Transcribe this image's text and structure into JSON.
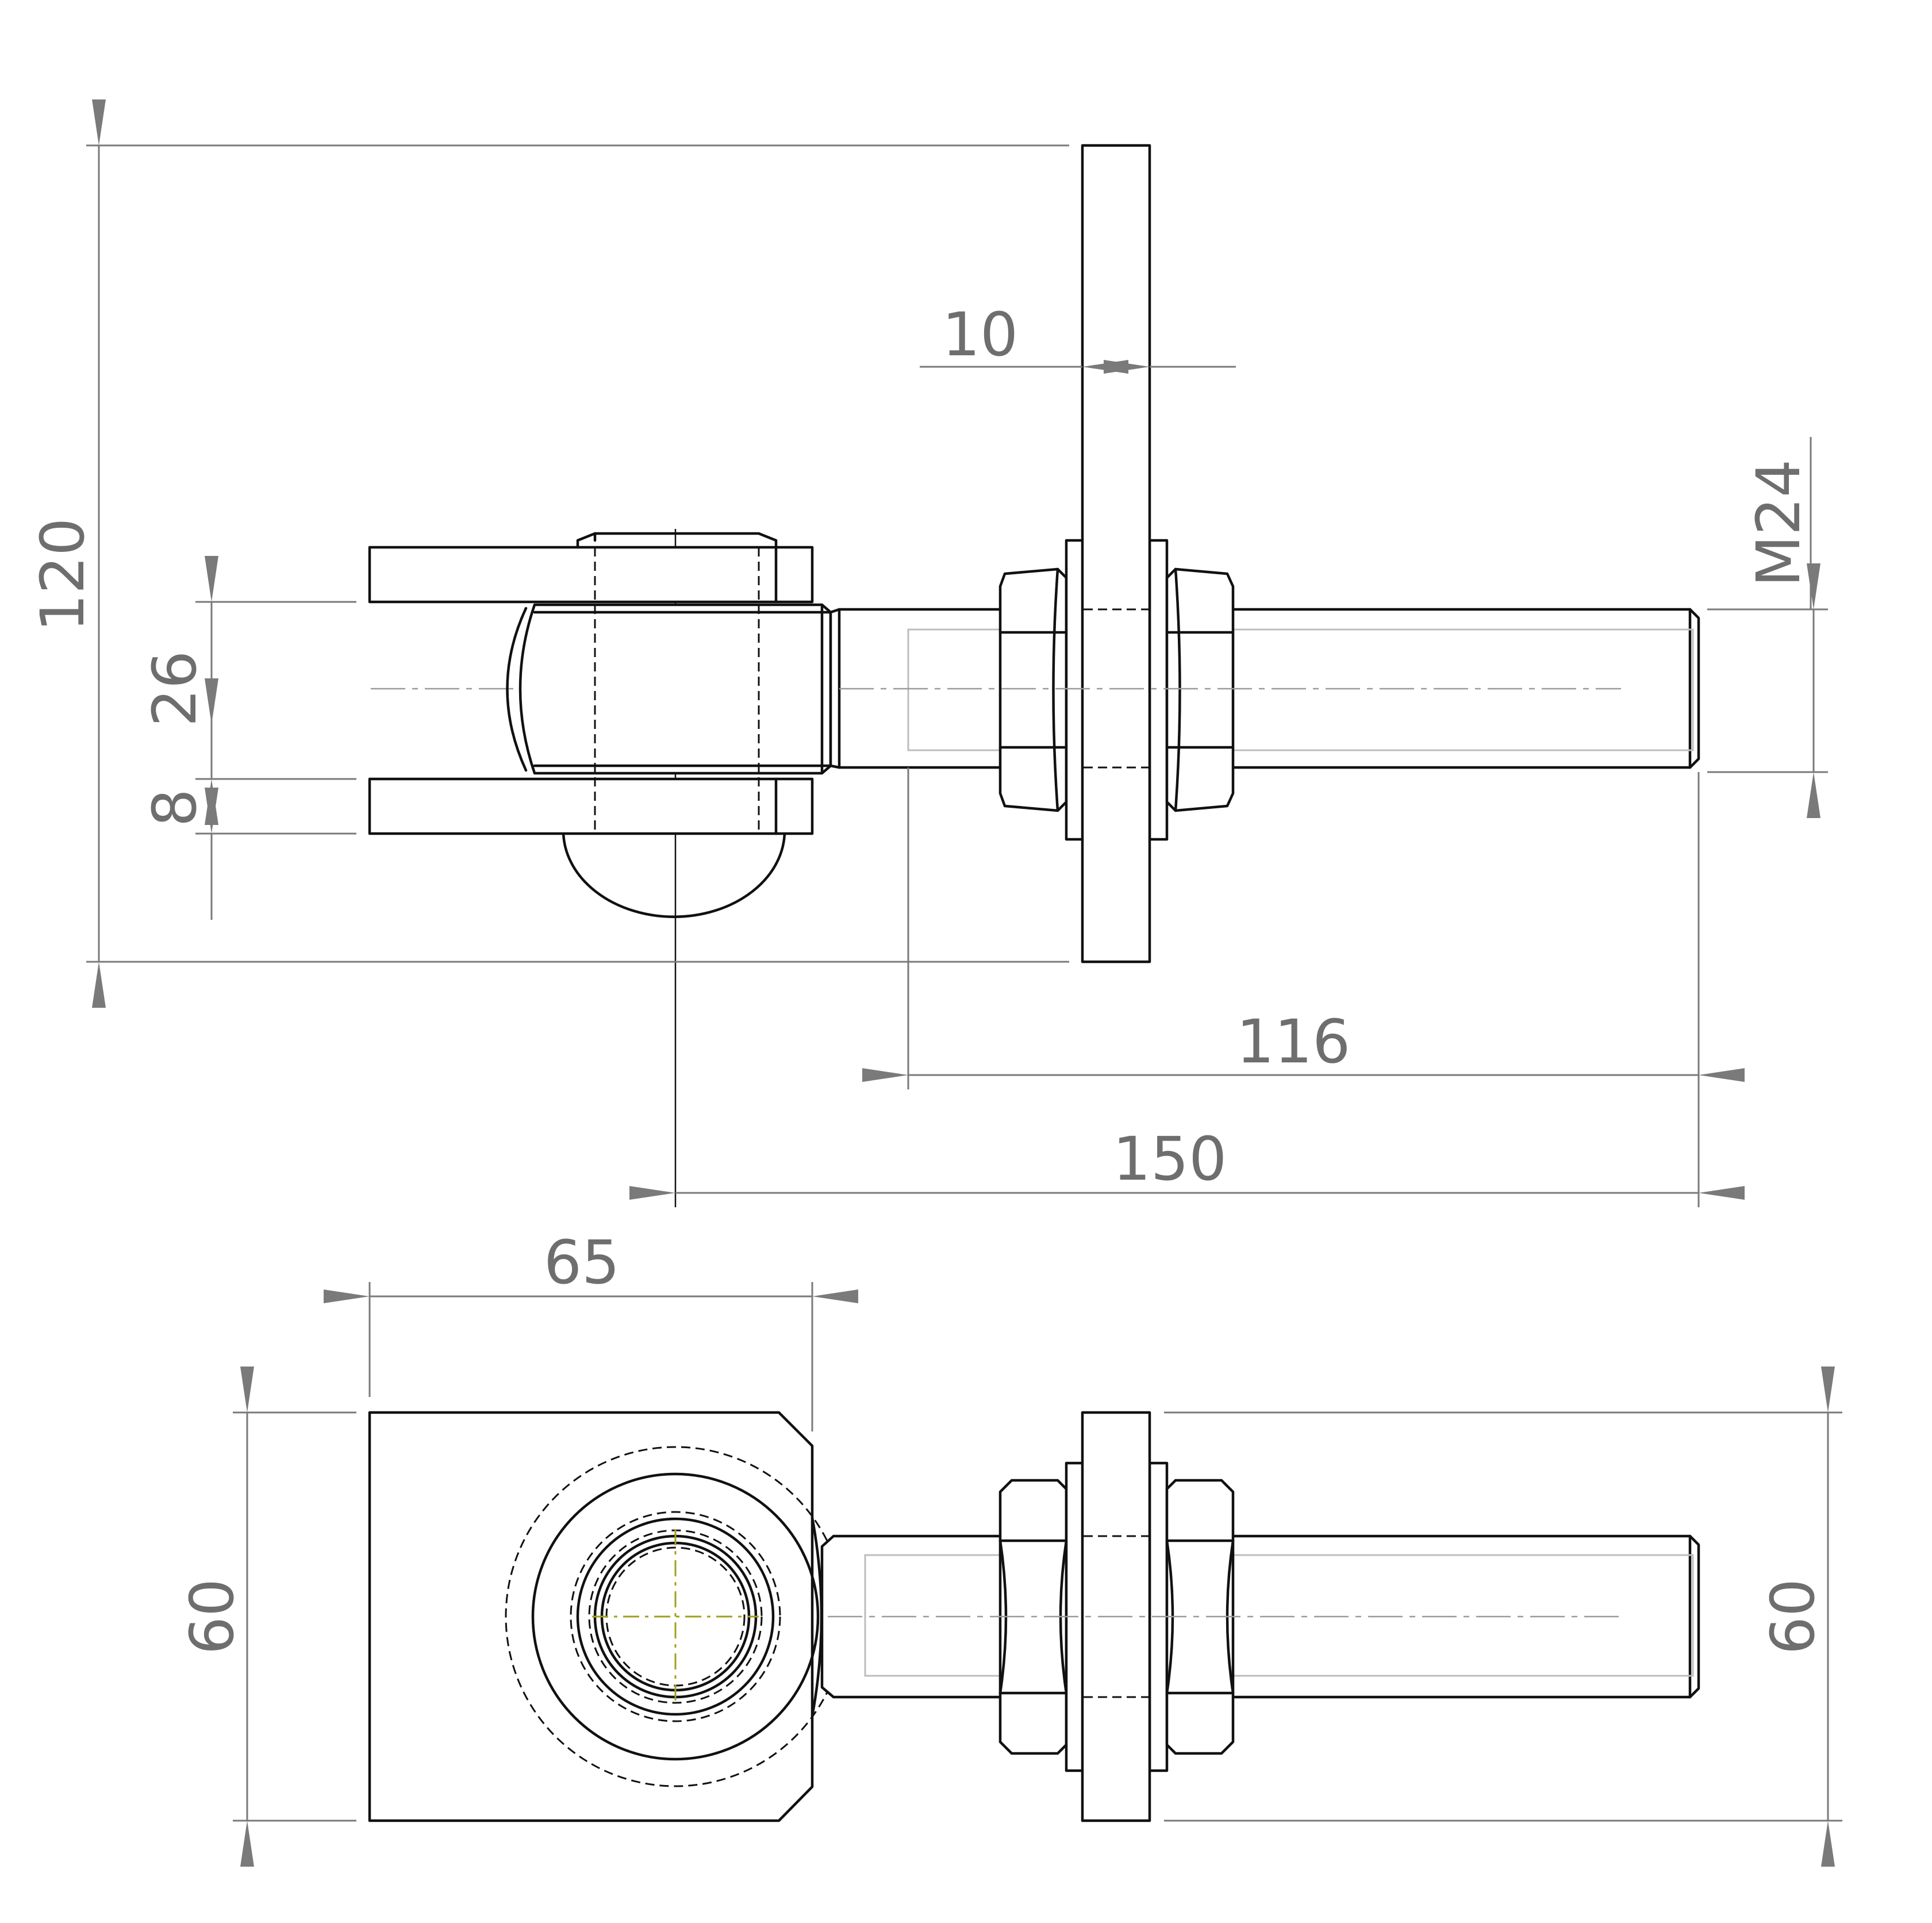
{
  "dimensions": {
    "overall_height": "120",
    "plate_thickness": "10",
    "thread_size": "M24",
    "pin_gap": "26",
    "fork_thickness": "8",
    "thread_length": "116",
    "overall_length": "150",
    "fork_width": "65",
    "fork_height": "60",
    "plate_height": "60"
  },
  "colors": {
    "object_line": "#111111",
    "dimension_line": "#7a7a7a",
    "center_line": "#9a9a9a",
    "pin_axis": "#a0a020"
  }
}
